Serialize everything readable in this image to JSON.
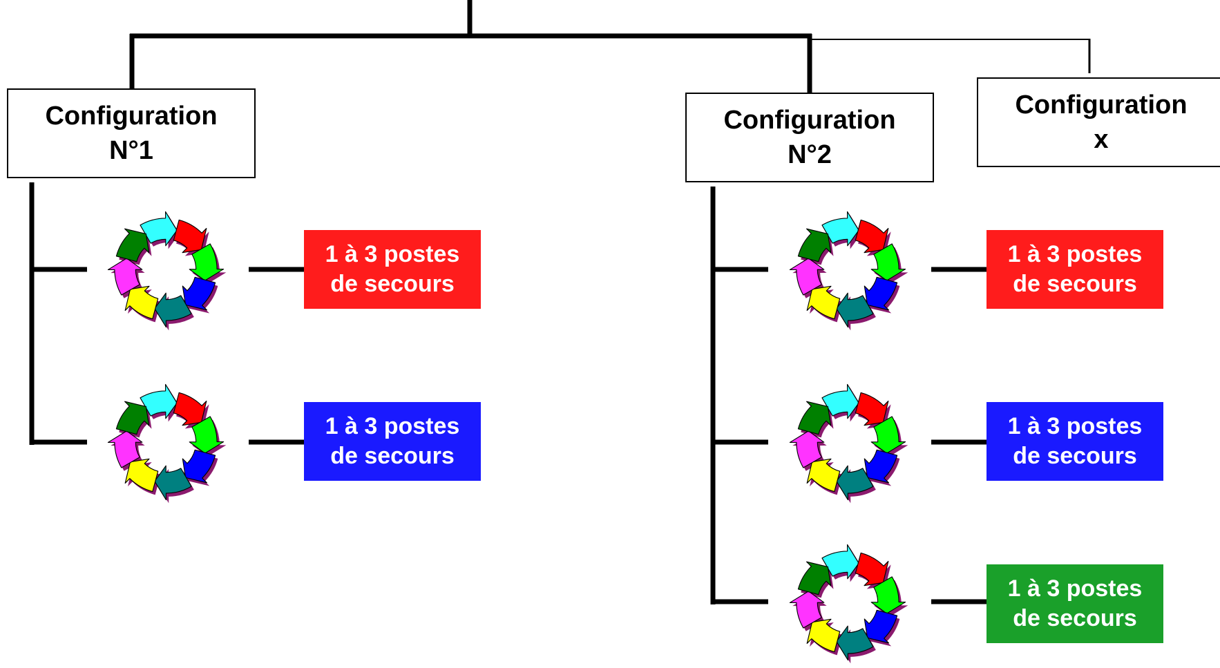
{
  "configurations": [
    {
      "line1": "Configuration",
      "line2": "N°1"
    },
    {
      "line1": "Configuration",
      "line2": "N°2"
    },
    {
      "line1": "Configuration",
      "line2": "x"
    }
  ],
  "sites": [
    {
      "line1": "1 à 3 postes",
      "line2": "de secours",
      "color": "#ff1c1c"
    },
    {
      "line1": "1 à 3 postes",
      "line2": "de secours",
      "color": "#1a1aff"
    },
    {
      "line1": "1 à 3 postes",
      "line2": "de secours",
      "color": "#ff1c1c"
    },
    {
      "line1": "1 à 3 postes",
      "line2": "de secours",
      "color": "#1a1aff"
    },
    {
      "line1": "1 à 3 postes",
      "line2": "de secours",
      "color": "#1aa02a"
    }
  ],
  "cycle_icon": {
    "name": "cycle-arrows-icon",
    "colors": [
      "#33ffff",
      "#ff0000",
      "#00ff00",
      "#0000ff",
      "#008080",
      "#ffff00",
      "#ff33ff",
      "#008000"
    ]
  }
}
